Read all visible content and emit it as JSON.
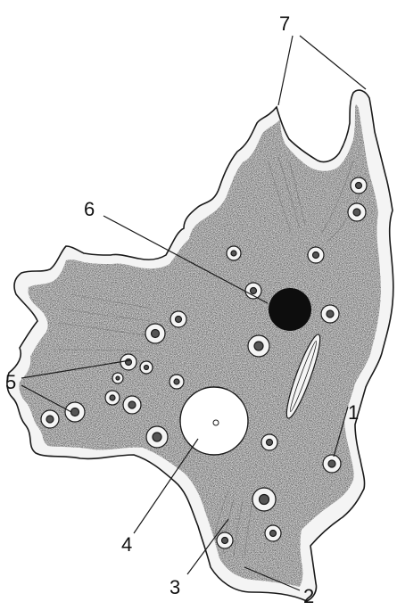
{
  "callouts": [
    {
      "id": "1",
      "label": "1"
    },
    {
      "id": "2",
      "label": "2"
    },
    {
      "id": "3",
      "label": "3"
    },
    {
      "id": "4",
      "label": "4"
    },
    {
      "id": "5",
      "label": "5"
    },
    {
      "id": "6",
      "label": "6"
    },
    {
      "id": "7",
      "label": "7"
    }
  ],
  "colors": {
    "ink": "#1a1a1a",
    "cytoplasm_fill": "#dcdcdc",
    "ectoplasm_fill": "#f4f4f4",
    "nucleus": "#0d0d0d",
    "background": "#ffffff"
  }
}
